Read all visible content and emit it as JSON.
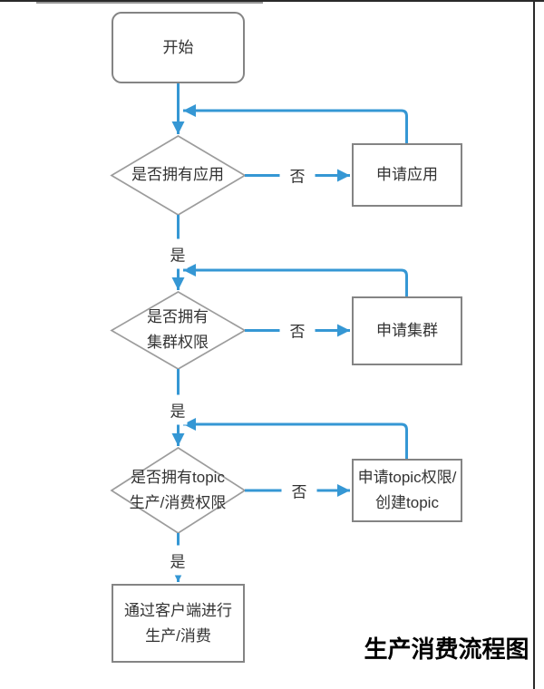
{
  "canvas": {
    "title": "生产消费流程图"
  },
  "nodes": {
    "start": {
      "label": "开始"
    },
    "decision_app": {
      "line1": "是否拥有应用"
    },
    "decision_cluster": {
      "line1": "是否拥有",
      "line2": "集群权限"
    },
    "decision_topic": {
      "line1": "是否拥有topic",
      "line2": "生产/消费权限"
    },
    "apply_app": {
      "label": "申请应用"
    },
    "apply_cluster": {
      "label": "申请集群"
    },
    "apply_topic": {
      "line1": "申请topic权限/",
      "line2": "创建topic"
    },
    "produce_consume": {
      "line1": "通过客户端进行",
      "line2": "生产/消费"
    }
  },
  "edge_labels": {
    "no_app": "否",
    "yes_app": "是",
    "no_cluster": "否",
    "yes_cluster": "是",
    "no_topic": "否",
    "yes_topic": "是"
  },
  "colors": {
    "connector": "#3597d4",
    "decision_border": "#9c9c9c",
    "shape_border": "#848484",
    "text": "#333333",
    "title_text": "#000000"
  }
}
